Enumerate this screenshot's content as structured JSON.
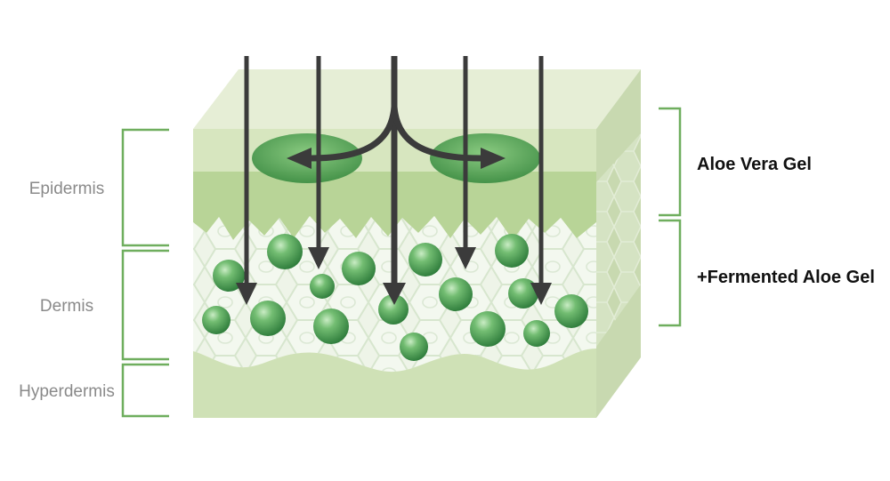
{
  "layers": {
    "epidermis": "Epidermis",
    "dermis": "Dermis",
    "hypodermis": "Hyperdermis"
  },
  "products": {
    "aloe_vera_gel": "Aloe Vera Gel",
    "fermented_aloe_gel": "+Fermented Aloe Gel"
  },
  "colors": {
    "top_face": "#e6eed6",
    "upper_epidermis": "#d7e6bf",
    "lower_epidermis": "#b8d497",
    "dermis": "#eaf2e2",
    "hypodermis": "#cfe1b6",
    "side_face": "#c8d9b0",
    "bracket": "#6fae5e",
    "arrow": "#3b3b3b",
    "sphere": "#5aa95f",
    "disc": "#5fac5c"
  }
}
